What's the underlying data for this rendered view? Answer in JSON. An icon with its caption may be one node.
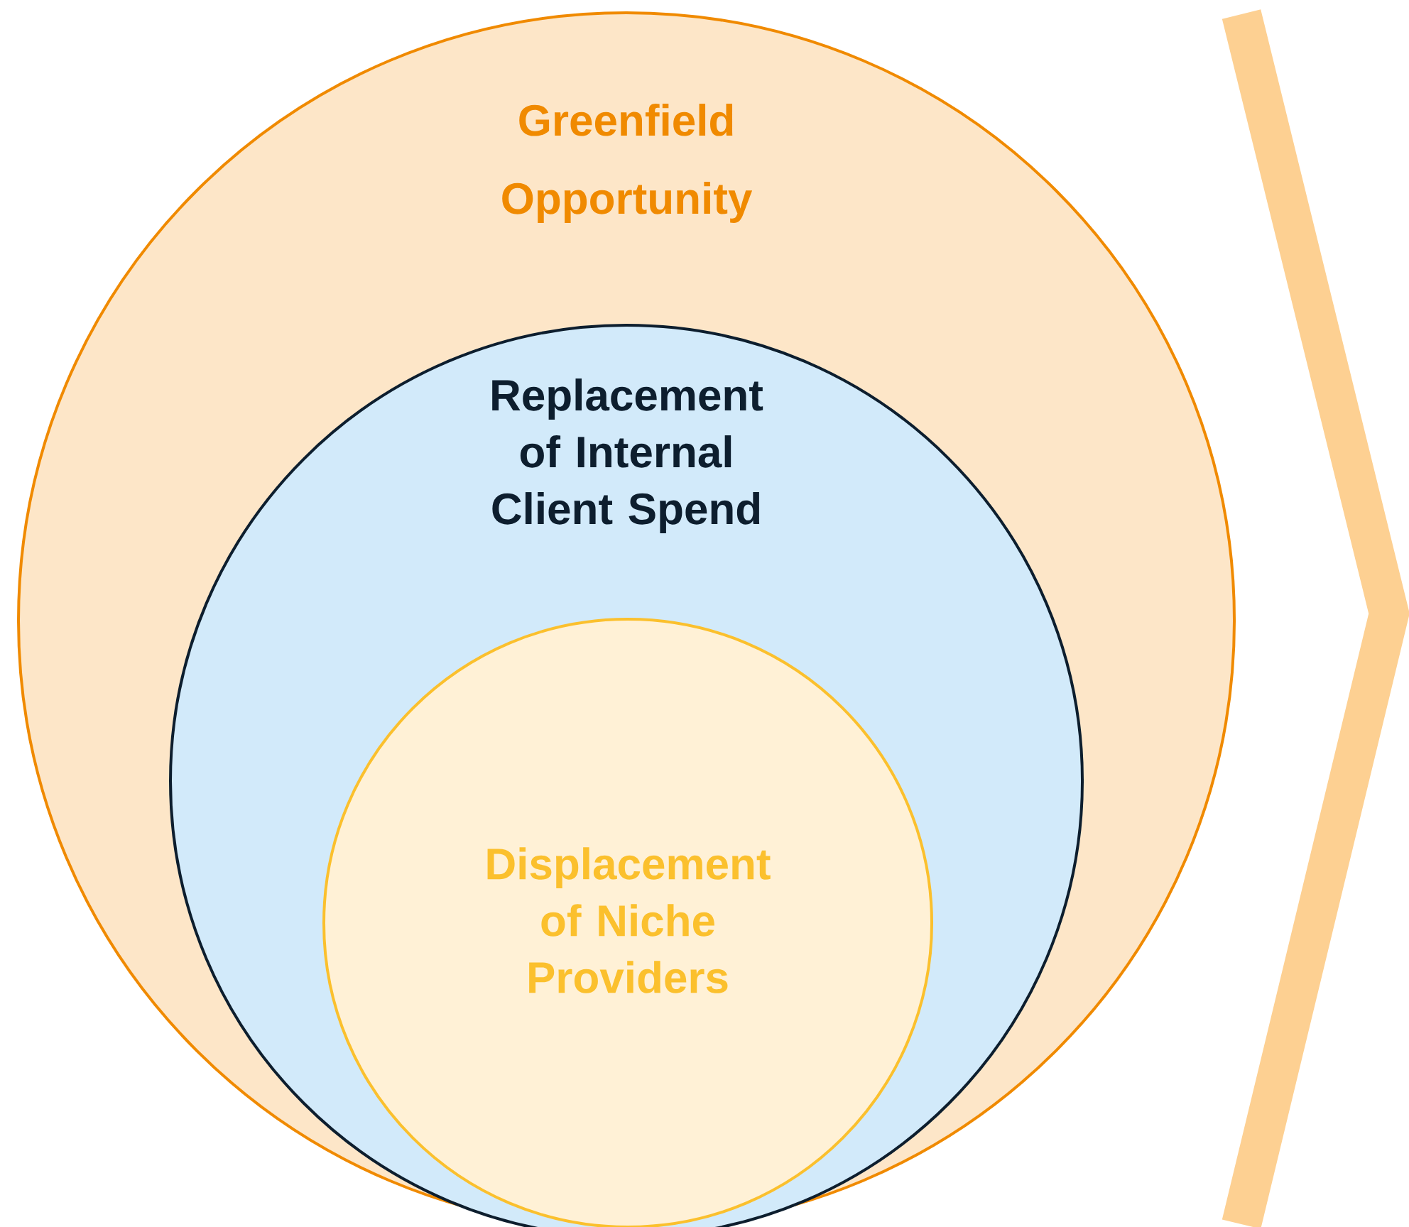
{
  "diagram": {
    "nodes": [
      {
        "text": [
          "Greenfield Opportunity"
        ]
      },
      {
        "text": [
          "Replacement of Internal Client Spend"
        ],
        "in": 0
      },
      {
        "text": [
          "Displacement of Niche Providers"
        ],
        "in": 1
      }
    ]
  }
}
